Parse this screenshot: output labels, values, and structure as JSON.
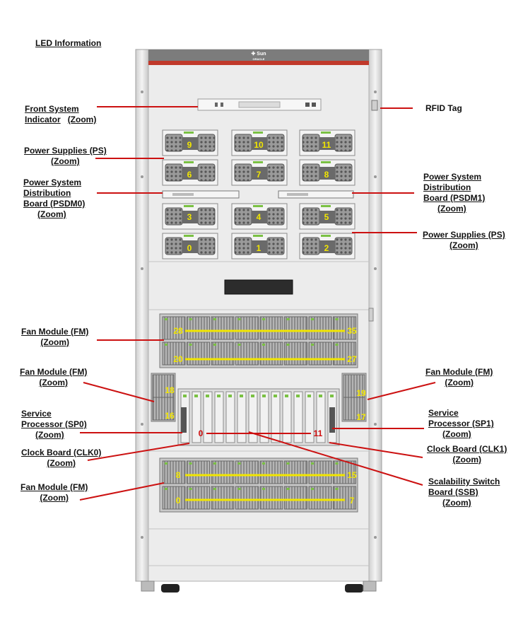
{
  "header": {
    "led_link": "LED Information"
  },
  "labels": {
    "front_indicator": {
      "line1": "Front System",
      "line2": "Indicator",
      "zoom": "(Zoom)"
    },
    "rfid": {
      "text": "RFID Tag"
    },
    "ps_upper": {
      "line1": "Power Supplies (PS)",
      "zoom": "(Zoom)"
    },
    "psdm0": {
      "line1": "Power System",
      "line2": "Distribution",
      "line3": "Board (PSDM0)",
      "zoom": "(Zoom)"
    },
    "psdm1": {
      "line1": "Power System",
      "line2": "Distribution",
      "line3": "Board (PSDM1)",
      "zoom": "(Zoom)"
    },
    "ps_lower": {
      "line1": "Power Supplies (PS)",
      "zoom": "(Zoom)"
    },
    "fm_top": {
      "line1": "Fan Module (FM)",
      "zoom": "(Zoom)"
    },
    "fm_mid_left": {
      "line1": "Fan Module (FM)",
      "zoom": "(Zoom)"
    },
    "fm_mid_right": {
      "line1": "Fan Module (FM)",
      "zoom": "(Zoom)"
    },
    "sp0": {
      "line1": "Service",
      "line2": "Processor (SP0)",
      "zoom": "(Zoom)"
    },
    "sp1": {
      "line1": "Service",
      "line2": "Processor (SP1)",
      "zoom": "(Zoom)"
    },
    "clk0": {
      "line1": "Clock Board (CLK0)",
      "zoom": "(Zoom)"
    },
    "clk1": {
      "line1": "Clock Board (CLK1)",
      "zoom": "(Zoom)"
    },
    "ssb": {
      "line1": "Scalability Switch",
      "line2": "Board (SSB)",
      "zoom": "(Zoom)"
    },
    "fm_bottom": {
      "line1": "Fan Module (FM)",
      "zoom": "(Zoom)"
    }
  },
  "cabinet": {
    "brand_top": "✚ Sun",
    "brand_bottom": "ORACLE",
    "psu_numbers": [
      "9",
      "10",
      "11",
      "6",
      "7",
      "8",
      "3",
      "4",
      "5",
      "0",
      "1",
      "2"
    ],
    "fan_top_row_left": "28",
    "fan_top_row_right": "35",
    "fan_top_row2_left": "20",
    "fan_top_row2_right": "27",
    "fan_side_left_top": "18",
    "fan_side_left_bottom": "16",
    "fan_side_right_top": "19",
    "fan_side_right_bottom": "17",
    "ssb_left": "0",
    "ssb_right": "11",
    "fan_bot_row_left": "8",
    "fan_bot_row_right": "15",
    "fan_bot_row2_left": "0",
    "fan_bot_row2_right": "7"
  },
  "colors": {
    "leader_line": "#cc1111",
    "cabinet_body": "#e8e8e8",
    "cabinet_header": "#c0392b",
    "indicator_number": "#f2e600",
    "indicator_bar": "#f2e600",
    "ssb_number": "#d01010"
  }
}
